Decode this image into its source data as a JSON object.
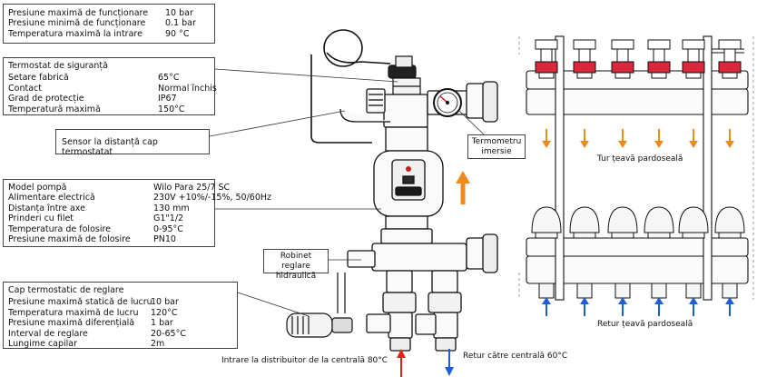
{
  "box_limits": {
    "rows": [
      {
        "k": "Presiune maximă de funcționare",
        "v": "10 bar"
      },
      {
        "k": "Presiune minimă de funcționare",
        "v": "0.1 bar"
      },
      {
        "k": "Temperatura maximă la intrare",
        "v": "90 °C"
      }
    ]
  },
  "box_thermostat": {
    "title": "Termostat de siguranță",
    "rows": [
      {
        "k": "Setare fabrică",
        "v": "65°C"
      },
      {
        "k": "Contact",
        "v": "Normal închis"
      },
      {
        "k": "Grad de protecție",
        "v": "IP67"
      },
      {
        "k": "Temperatură maximă",
        "v": "150°C"
      }
    ]
  },
  "sensor_label": "Sensor la distanță cap termostatat",
  "box_pump": {
    "rows": [
      {
        "k": "Model pompă",
        "v": "Wilo Para 25/7 SC"
      },
      {
        "k": "Alimentare electrică",
        "v": "230V +10%/-15%, 50/60Hz"
      },
      {
        "k": "Distanța între axe",
        "v": "130 mm"
      },
      {
        "k": "Prinderi cu filet",
        "v": "G1\"1/2"
      },
      {
        "k": "Temperatura de folosire",
        "v": "0-95°C"
      },
      {
        "k": "Presiune maximă de folosire",
        "v": "PN10"
      }
    ]
  },
  "box_head": {
    "title": "Cap termostatic de reglare",
    "rows": [
      {
        "k": "Presiune maximă statică de lucru",
        "v": "10 bar"
      },
      {
        "k": "Temperatura maximă de lucru",
        "v": "120°C"
      },
      {
        "k": "Presiune maximă diferențială",
        "v": "1 bar"
      },
      {
        "k": "Interval de reglare",
        "v": "20-65°C"
      },
      {
        "k": "Lungime capilar",
        "v": "2m"
      }
    ]
  },
  "thermometer_label": [
    "Termometru",
    "imersie"
  ],
  "valve_label": [
    "Robinet reglare",
    "hidraulică"
  ],
  "flow_label": "Tur țeavă pardoseală",
  "return_label": "Retur țeavă pardoseală",
  "inlet_label": "Intrare la distribuitor de la centrală 80°C",
  "outlet_label": "Retur către centrală 60°C",
  "colors": {
    "flow": "#f08a1c",
    "return": "#1d5fd6",
    "inlet": "#e0261b",
    "valve_cap": "#d8283a"
  }
}
